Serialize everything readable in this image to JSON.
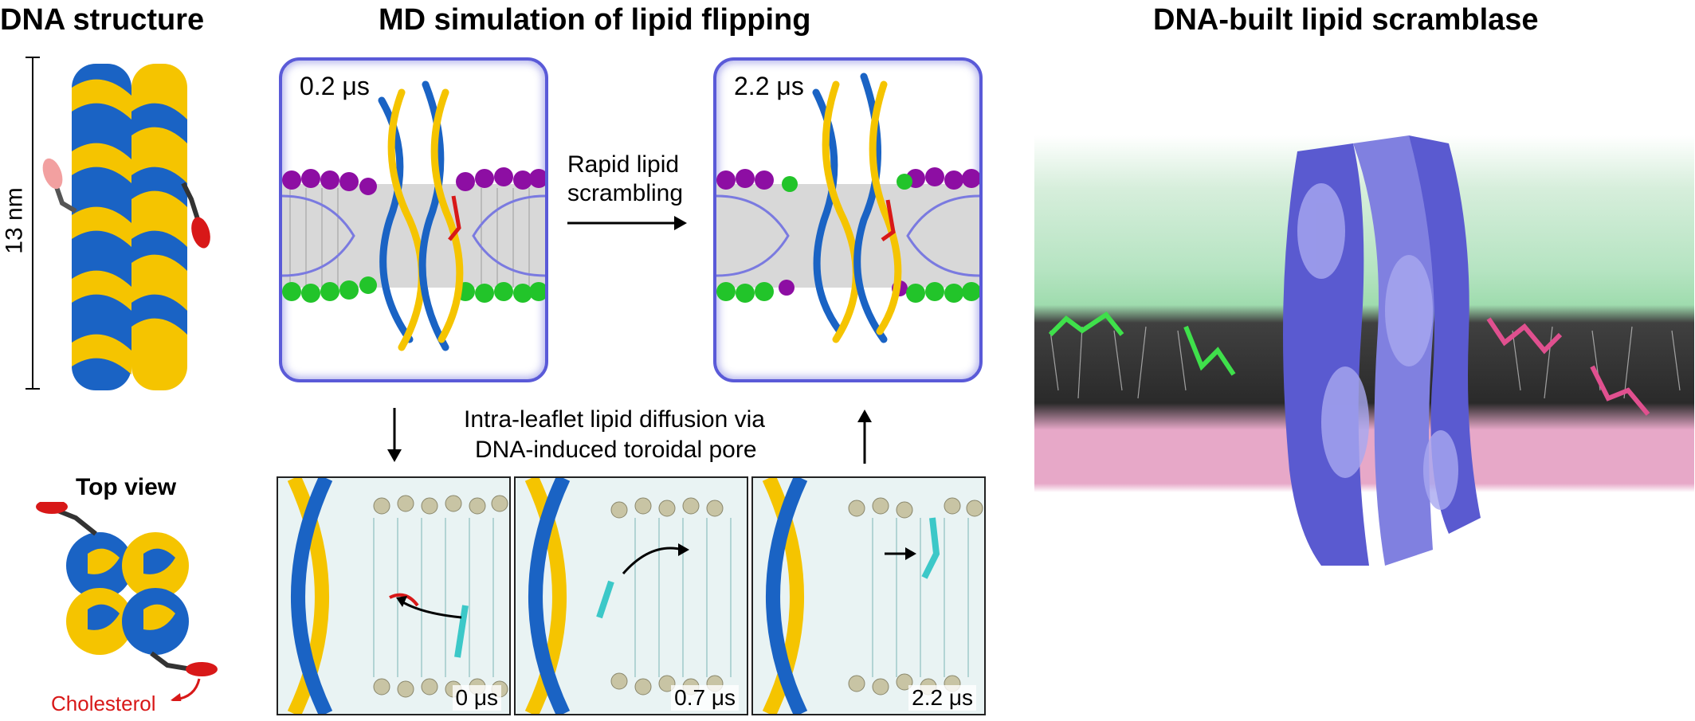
{
  "panels": {
    "dna_structure": {
      "title": "DNA structure",
      "scale_label": "13 nm",
      "top_view_label": "Top view",
      "cholesterol_label": "Cholesterol"
    },
    "md_simulation": {
      "title": "MD simulation of lipid flipping",
      "snapshot_start": "0.2 μs",
      "snapshot_end": "2.2 μs",
      "transition_label_line1": "Rapid lipid",
      "transition_label_line2": "scrambling",
      "diffusion_label_line1": "Intra-leaflet lipid diffusion via",
      "diffusion_label_line2": "DNA-induced toroidal pore",
      "zoom_times": [
        "0 μs",
        "0.7 μs",
        "2.2 μs"
      ]
    },
    "scramblase": {
      "title": "DNA-built lipid scramblase"
    }
  },
  "colors": {
    "dna_blue": "#1a63c4",
    "dna_yellow": "#f5c400",
    "lipid_purple": "#8d0ea3",
    "lipid_green": "#22c42a",
    "sim_border": "#5a5ad8",
    "cholesterol_red": "#d81818",
    "scramblase_blue": "#6f6fd6",
    "membrane_green": "#9fdcae",
    "membrane_pink": "#e7a8c8"
  }
}
